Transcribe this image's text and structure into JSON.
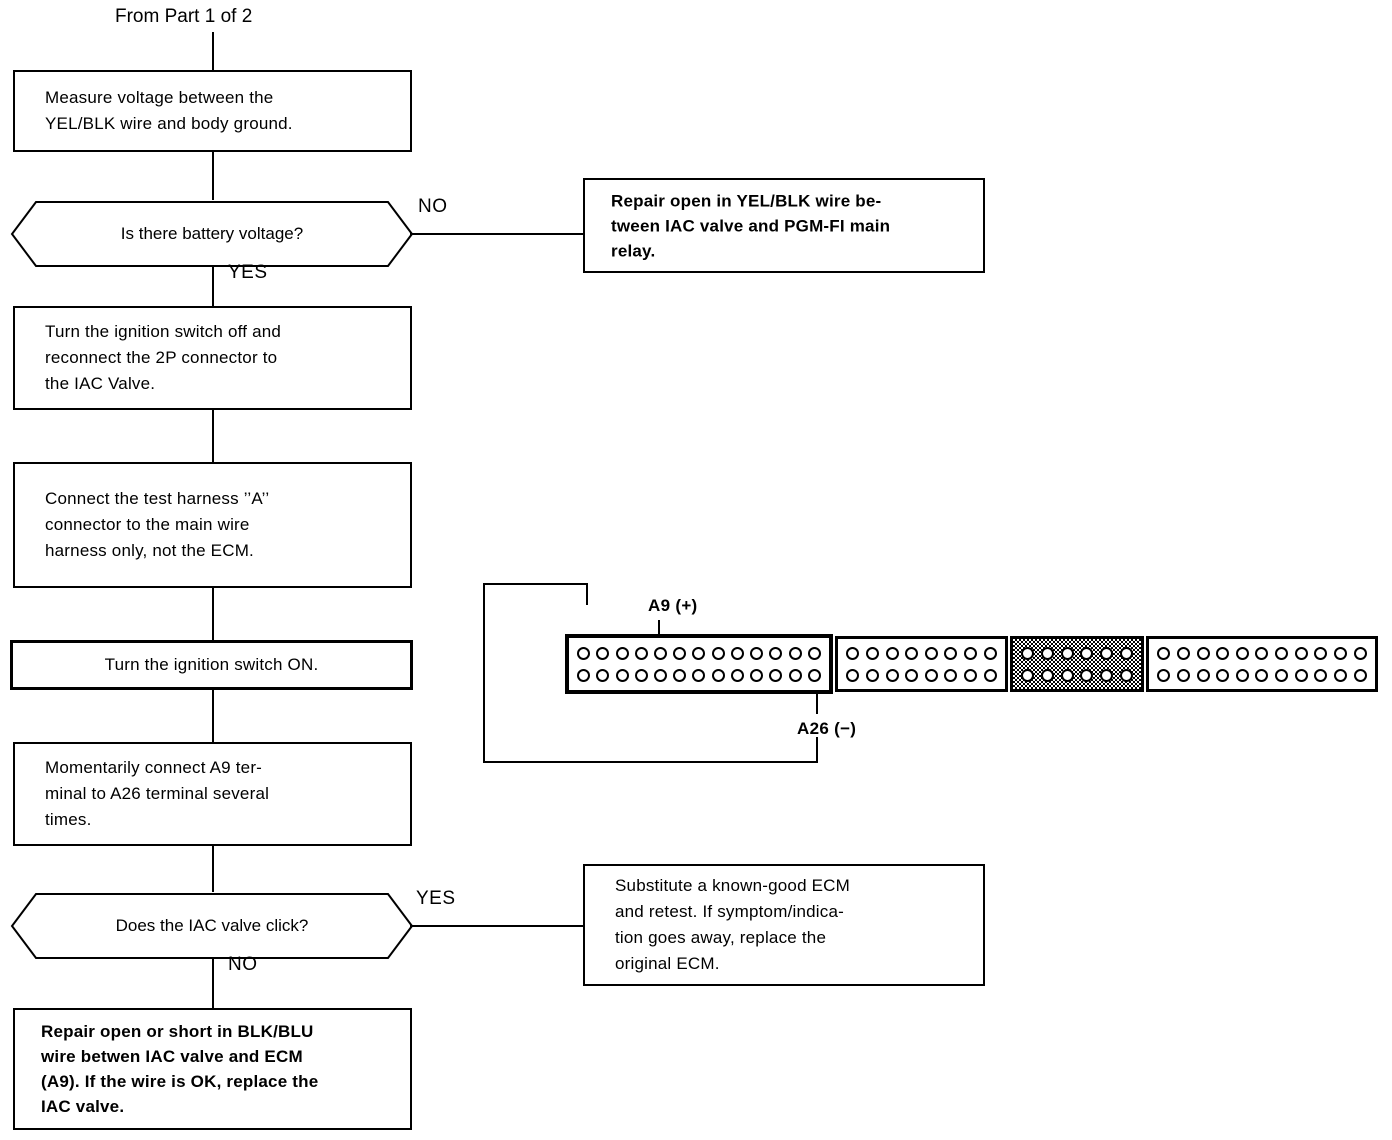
{
  "diagram": {
    "title_note": "From Part 1 of 2",
    "nodes": {
      "measure_voltage": "Measure  voltage  between  the\nYEL/BLK wire and body ground.",
      "battery_voltage_q": "Is there battery voltage?",
      "repair_yelblk": "Repair open in YEL/BLK wire be-\ntween IAC valve and PGM-FI main\nrelay.",
      "turn_off_reconnect": "Turn the ignition switch off and\nreconnect  the  2P  connector  to\nthe IAC Valve.",
      "connect_harness": "Connect  the  test  harness  ’’A’’\nconnector   to   the   main   wire\nharness only, not the ECM.",
      "ignition_on": "Turn the ignition switch ON.",
      "momentarily_connect": "Momentarily   connect   A9   ter-\nminal  to  A26  terminal  several\ntimes.",
      "iac_click_q": "Does the IAC valve click?",
      "substitute_ecm": "Substitute  a  known-good  ECM\nand  retest. If  symptom/indica-\ntion   goes   away,   replace   the\noriginal ECM.",
      "repair_blkblu": "Repair open or short in BLK/BLU\nwire betwen IAC valve and ECM\n(A9). If the wire is OK, replace the\nIAC valve."
    },
    "branch_labels": {
      "battery_no": "NO",
      "battery_yes": "YES",
      "click_yes": "YES",
      "click_no": "NO"
    },
    "connector": {
      "terminal_positive": "A9 (+)",
      "terminal_negative": "A26 (−)",
      "blocks": [
        {
          "pins_per_row": 13,
          "rows": 2,
          "shaded": false,
          "border": "thick"
        },
        {
          "pins_per_row": 8,
          "rows": 2,
          "shaded": false,
          "border": "thin"
        },
        {
          "pins_per_row": 6,
          "rows": 2,
          "shaded": true,
          "border": "thin"
        },
        {
          "pins_per_row": 11,
          "rows": 2,
          "shaded": false,
          "border": "thin"
        }
      ]
    },
    "colors": {
      "ink": "#000000",
      "paper": "#ffffff"
    }
  }
}
